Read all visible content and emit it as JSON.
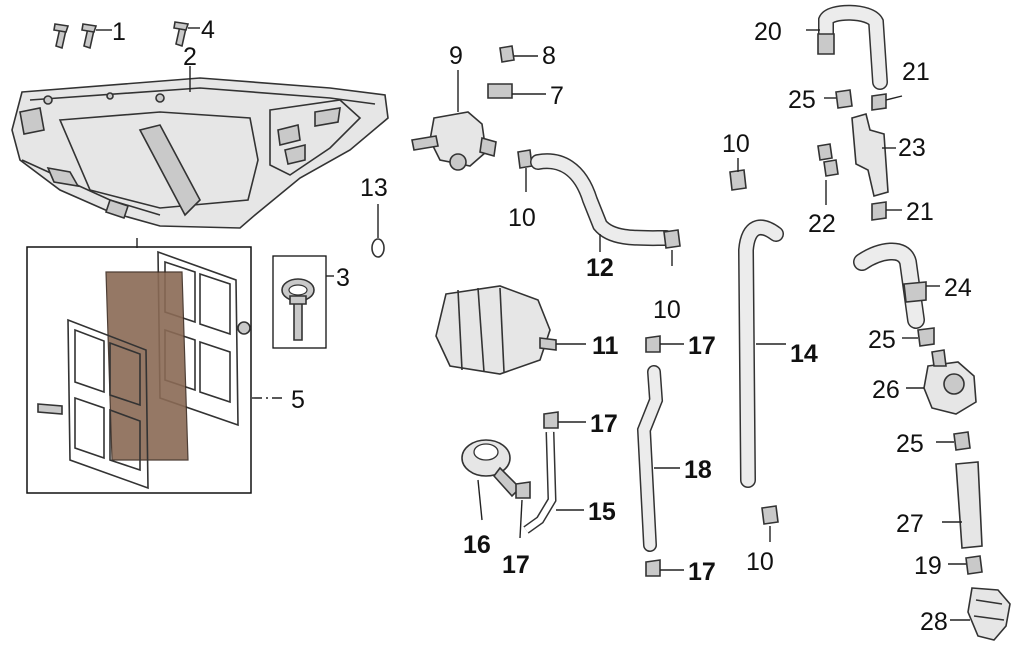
{
  "labels": {
    "p1": "1",
    "p2": "2",
    "p3": "3",
    "p4": "4",
    "p5": "5",
    "p7": "7",
    "p8": "8",
    "p9": "9",
    "p10a": "10",
    "p10b": "10",
    "p10c": "10",
    "p10d": "10",
    "p11": "11",
    "p12": "12",
    "p13": "13",
    "p14": "14",
    "p15": "15",
    "p16": "16",
    "p17a": "17",
    "p17b": "17",
    "p17c": "17",
    "p17d": "17",
    "p18": "18",
    "p19": "19",
    "p20": "20",
    "p21a": "21",
    "p21b": "21",
    "p22": "22",
    "p23": "23",
    "p24": "24",
    "p25a": "25",
    "p25b": "25",
    "p25c": "25",
    "p26": "26",
    "p27": "27",
    "p28": "28"
  }
}
